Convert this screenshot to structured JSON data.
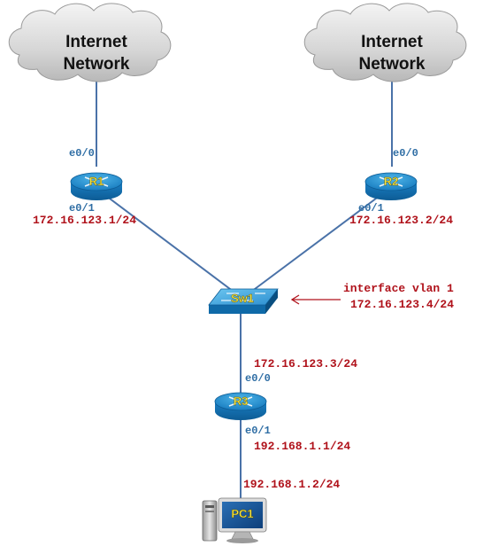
{
  "colors": {
    "link": "#4a72a8",
    "interface_label": "#2e6da4",
    "ip_label": "#b0121b",
    "device_label": "#f5e640"
  },
  "clouds": [
    {
      "line1": "Internet",
      "line2": "Network",
      "icon": "cloud-icon"
    },
    {
      "line1": "Internet",
      "line2": "Network",
      "icon": "cloud-icon"
    }
  ],
  "devices": {
    "r1": {
      "label": "R1",
      "icon": "router-icon"
    },
    "r2": {
      "label": "R2",
      "icon": "router-icon"
    },
    "sw1": {
      "label": "Sw1",
      "icon": "switch-icon"
    },
    "r3": {
      "label": "R3",
      "icon": "router-icon"
    },
    "pc1": {
      "label": "PC1",
      "icon": "pc-icon"
    }
  },
  "interfaces": {
    "r1_e00": "e0/0",
    "r1_e01": "e0/1",
    "r2_e00": "e0/0",
    "r2_e01": "e0/1",
    "r3_e00": "e0/0",
    "r3_e01": "e0/1"
  },
  "addresses": {
    "r1": "172.16.123.1/24",
    "r2": "172.16.123.2/24",
    "r3_e00": "172.16.123.3/24",
    "r3_e01": "192.168.1.1/24",
    "pc1": "192.168.1.2/24"
  },
  "annotation": {
    "line1": "interface vlan 1",
    "line2": "172.16.123.4/24"
  }
}
